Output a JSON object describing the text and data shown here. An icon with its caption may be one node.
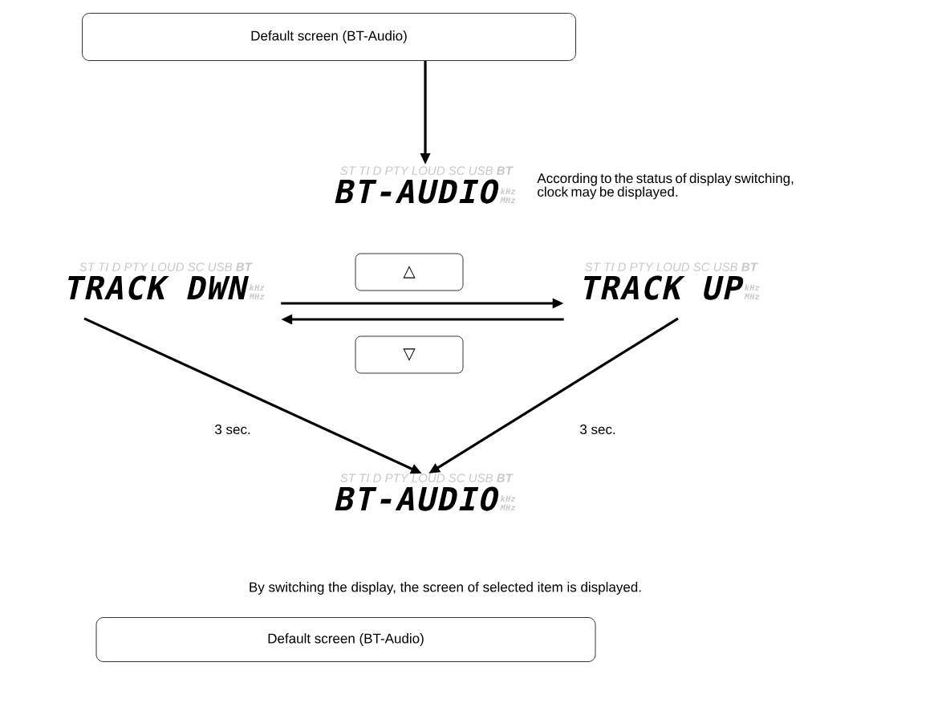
{
  "diagram": {
    "nodes": [
      {
        "text": [
          "Default screen (BT-Audio)"
        ]
      },
      {
        "text": [
          "ST TI D PTY LOUD SC USB **BT**",
          "BT-AUDIO",
          "kHz MHz"
        ],
        "beside": [
          "According to the status of display switching, clock may be displayed."
        ]
      },
      {
        "text": [
          "ST TI D PTY LOUD SC USB **BT**",
          "TRACK DWN",
          "kHz MHz"
        ]
      },
      {
        "text": [
          "△"
        ]
      },
      {
        "text": [
          "▽"
        ]
      },
      {
        "text": [
          "ST TI D PTY LOUD SC USB **BT**",
          "TRACK UP",
          "kHz MHz"
        ]
      },
      {
        "text": [
          "ST TI D PTY LOUD SC USB **BT**",
          "BT-AUDIO",
          "kHz MHz"
        ]
      },
      {
        "text": [
          "Default screen (BT-Audio)"
        ]
      }
    ],
    "edges": [
      {
        "from": 0,
        "to": 1,
        "arrow": "to"
      },
      {
        "from": 2,
        "to": 5,
        "arrow": "to"
      },
      {
        "from": 5,
        "to": 2,
        "arrow": "to"
      },
      {
        "from": 2,
        "to": 6,
        "arrow": "to",
        "label": "3 sec."
      },
      {
        "from": 5,
        "to": 6,
        "arrow": "to",
        "label": "3 sec."
      }
    ],
    "labels": [
      "By switching the display, the screen of selected item is displayed."
    ]
  }
}
